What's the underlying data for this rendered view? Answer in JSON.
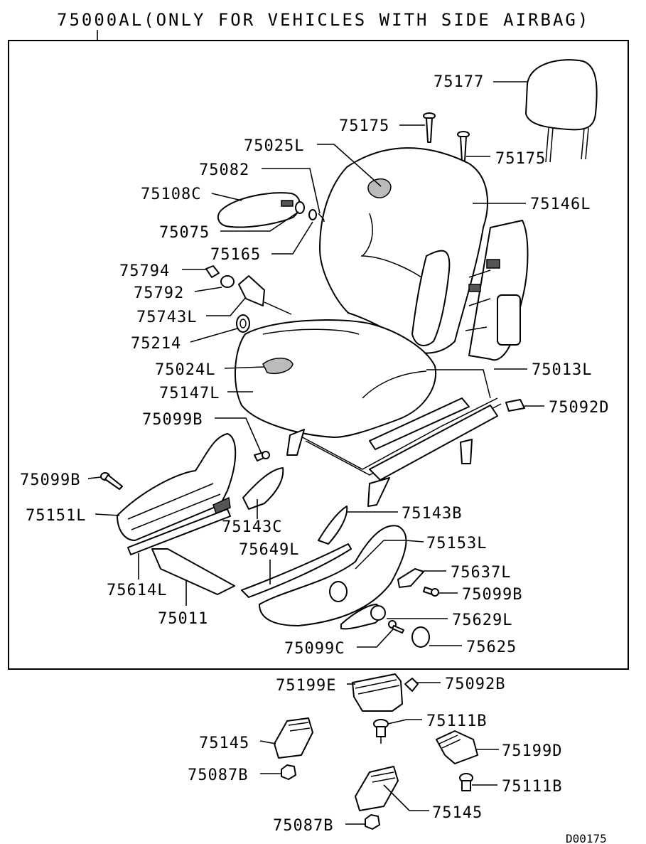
{
  "title": "75000AL(ONLY FOR VEHICLES WITH SIDE AIRBAG)",
  "drawing_code": "D00175",
  "labels": {
    "p75177": "75177",
    "p75175a": "75175",
    "p75175b": "75175",
    "p75025l": "75025L",
    "p75082": "75082",
    "p75146l": "75146L",
    "p75108c": "75108C",
    "p75075": "75075",
    "p75165": "75165",
    "p75794": "75794",
    "p75792": "75792",
    "p75743l": "75743L",
    "p75214": "75214",
    "p75024l": "75024L",
    "p75013l": "75013L",
    "p75147l": "75147L",
    "p75092d": "75092D",
    "p75099b_a": "75099B",
    "p75099b_b": "75099B",
    "p75151l": "75151L",
    "p75143c": "75143C",
    "p75143b": "75143B",
    "p75153l": "75153L",
    "p75649l": "75649L",
    "p75637l": "75637L",
    "p75099b_c": "75099B",
    "p75614l": "75614L",
    "p75629l": "75629L",
    "p75011": "75011",
    "p75099c": "75099C",
    "p75625": "75625",
    "p75199e": "75199E",
    "p75092b": "75092B",
    "p75111b_a": "75111B",
    "p75145a": "75145",
    "p75199d": "75199D",
    "p75087b_a": "75087B",
    "p75111b_b": "75111B",
    "p75145b": "75145",
    "p75087b_b": "75087B"
  }
}
